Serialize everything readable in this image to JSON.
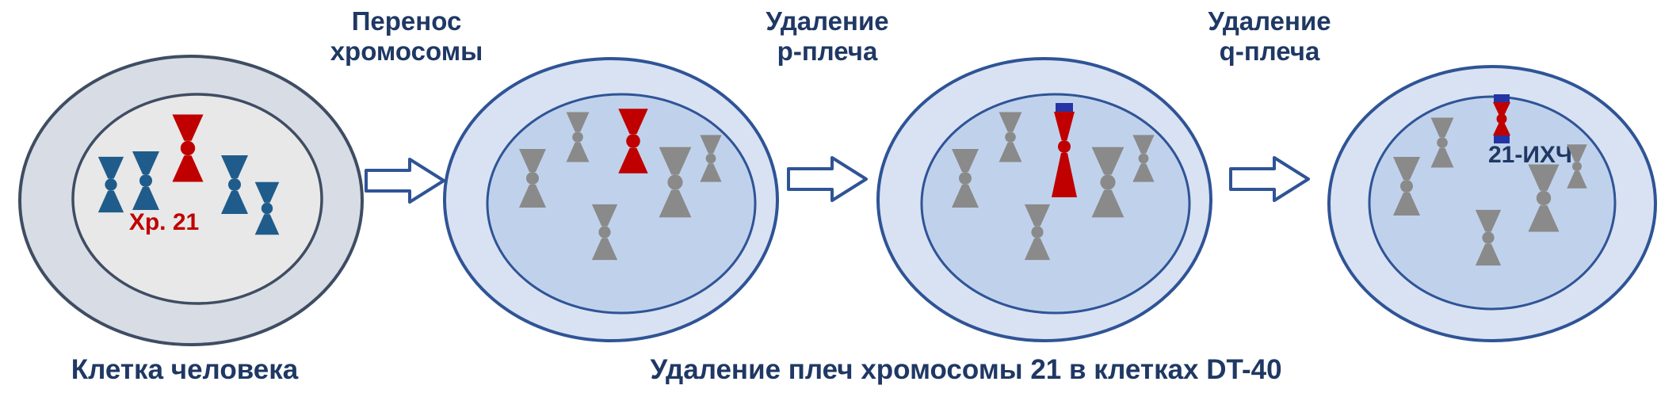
{
  "diagram": {
    "steps": [
      {
        "label_line1": "Перенос",
        "label_line2": "хромосомы"
      },
      {
        "label_line1": "Удаление",
        "label_line2": "p-плеча"
      },
      {
        "label_line1": "Удаление",
        "label_line2": "q-плеча"
      }
    ],
    "human_cell": {
      "caption": "Клетка человека",
      "chr21_label": "Хр. 21"
    },
    "dt40": {
      "caption": "Удаление плеч хромосомы 21 в клетках DT-40",
      "hac_label": "21-ИХЧ"
    },
    "colors": {
      "text_navy": "#1F3864",
      "chromosome_red": "#C00000",
      "chromosome_blue": "#1F5C8B",
      "chromosome_gray": "#8A8A8A",
      "marker_blue": "#2534A4",
      "human_cell_fill": "#D8DCE4",
      "human_nucleus_fill": "#E8E8E8",
      "human_cell_stroke": "#3F4D63",
      "dt40_cell_fill": "#D9E2F3",
      "dt40_nucleus_fill": "#C0D2EB",
      "dt40_stroke": "#2F5496",
      "arrow_fill": "#FFFFFF"
    }
  }
}
